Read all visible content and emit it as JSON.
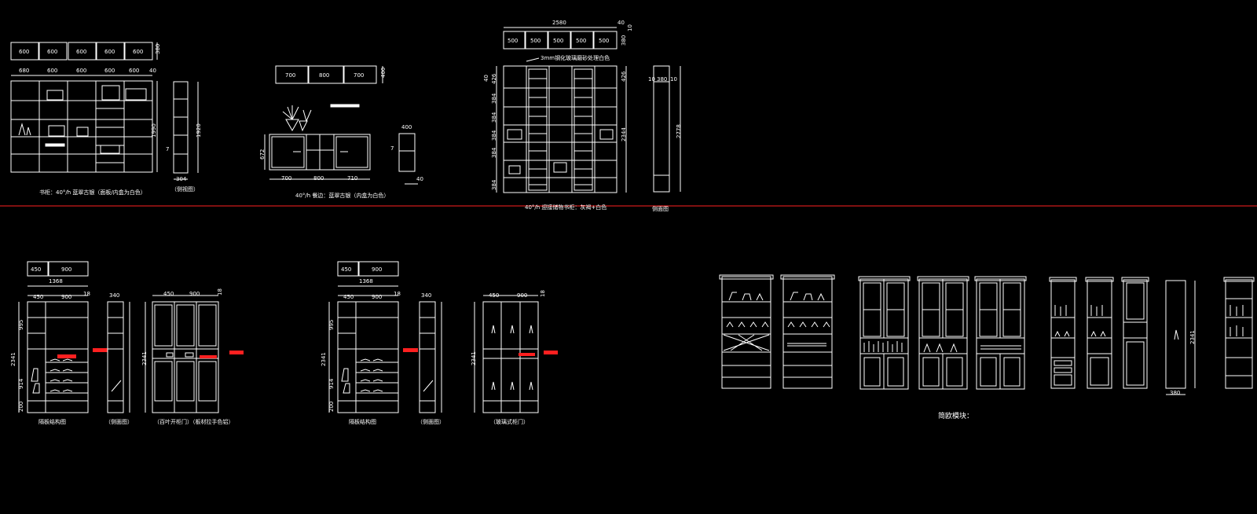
{
  "colors": {
    "line": "#ffffff",
    "background": "#000000",
    "accent": "#ff2020"
  },
  "top": {
    "bookcase": {
      "top_boxes": [
        "600",
        "600",
        "600",
        "600",
        "600"
      ],
      "top_box_height": "380",
      "width_dims": [
        "680",
        "600",
        "600",
        "600",
        "600"
      ],
      "width_extra": "40",
      "height_dim": "1990",
      "side_height": "1920",
      "side_depth": "304",
      "side_mark": "7",
      "caption": "书柜：40°/h 蓝翠古银（面板/内盒为白色）",
      "side_caption": "（侧视图）"
    },
    "sideboard": {
      "top_boxes": [
        "700",
        "800",
        "700"
      ],
      "top_box_height": "400",
      "height_dim": "672",
      "width_dims": [
        "700",
        "800",
        "710"
      ],
      "side_depth": "400",
      "side_mark": "7",
      "side_small": "40",
      "caption": "40°/h 餐边：蓝翠古银（内盒为白色）"
    },
    "tall_cabinet": {
      "top_boxes": [
        "500",
        "500",
        "500",
        "500",
        "500"
      ],
      "total_width": "2580",
      "top_right_dims": [
        "40",
        "380",
        "10"
      ],
      "height_segments": [
        "40",
        "426",
        "384",
        "384",
        "384",
        "384",
        "384"
      ],
      "right_dims": [
        "426",
        "2344"
      ],
      "leader_note": "3mm钢化玻璃磨砂处理白色",
      "caption": "40°/h 迎接储物书柜：灰褐+白色",
      "side_dims": [
        "10",
        "380",
        "10"
      ],
      "side_height": "2778",
      "side_caption": "侧面图"
    }
  },
  "bottom": {
    "cab_a": {
      "top_boxes": [
        "450",
        "900"
      ],
      "total_width": "1368",
      "widths": [
        "450",
        "900",
        "18"
      ],
      "heights": [
        "995",
        "2341",
        "914",
        "200"
      ],
      "caption": "隔板结构图",
      "side_depth": "340",
      "side_caption": "（侧面图）",
      "door_widths": [
        "450",
        "900",
        "18"
      ],
      "door_height": "2341",
      "door_caption": "（百叶开柜门）（板材拉手色铝）"
    },
    "cab_b": {
      "top_boxes": [
        "450",
        "900"
      ],
      "total_width": "1368",
      "widths": [
        "450",
        "900",
        "18"
      ],
      "heights": [
        "995",
        "2341",
        "914",
        "200"
      ],
      "caption": "隔板结构图",
      "side_depth": "340",
      "side_caption": "（侧面图）",
      "door_widths": [
        "450",
        "900",
        "18"
      ],
      "door_height": "2341",
      "door_caption": "（玻璃式柜门）"
    },
    "modules": {
      "side_height": "2341",
      "side_depth": "380",
      "caption": "简欧模块："
    }
  }
}
